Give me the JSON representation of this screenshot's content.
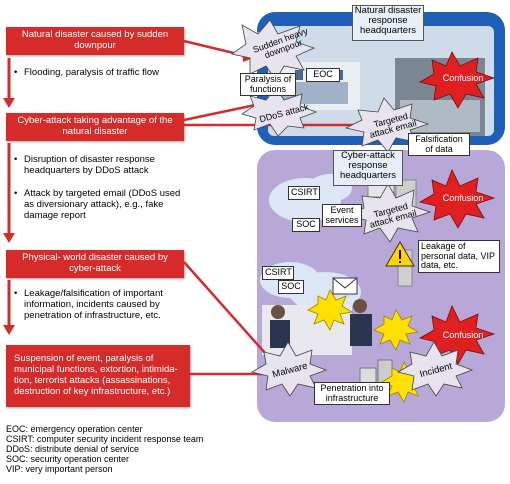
{
  "left": {
    "box1": "Natural disaster caused by sudden downpour",
    "bullets1": [
      "Flooding, paralysis of traffic flow"
    ],
    "box2": "Cyber-attack taking advantage of the natural disaster",
    "bullets2": [
      "Disruption of disaster response headquarters by DDoS attack",
      "Attack by targeted email (DDoS used as diversionary attack), e.g., fake damage report"
    ],
    "box3": "Physical- world disaster caused by cyber-attack",
    "bullets3": [
      "Leakage/falsification of important information, incidents caused by penetration of infrastructure, etc."
    ],
    "box4": "Suspension of event, paralysis of municipal functions, extortion, intimida-tion, terrorist attacks (assassinations, destruction of key infrastructure, etc.)"
  },
  "legend": [
    "EOC: emergency operation center",
    "CSIRT: computer security incident response team",
    "DDoS: distribute denial of service",
    "SOC: security operation center",
    "VIP: very important person"
  ],
  "top_panel": {
    "hq_label": "Natural disaster response headquarters",
    "downpour": "Sudden heavy downpour",
    "paralysis": "Paralysis of functions",
    "eoc": "EOC",
    "ddos": "DDoS attack",
    "confusion": "Confusion",
    "targeted": "Targeted attack email",
    "falsification": "Falsification of data"
  },
  "bottom_panel": {
    "hq_label": "Cyber-attack response headquarters",
    "csirt1": "CSIRT",
    "soc1": "SOC",
    "event": "Event services",
    "targeted": "Targeted attack email",
    "confusion1": "Confusion",
    "leakage": "Leakage of personal data, VIP data, etc.",
    "csirt2": "CSIRT",
    "soc2": "SOC",
    "confusion2": "Confusion",
    "malware": "Malware",
    "incident": "Incident",
    "penetration": "Penetration into infrastructure"
  },
  "colors": {
    "red": "#d62b2b",
    "blue_panel": "#1f5fb8",
    "purple_panel": "#b8a8d8"
  }
}
